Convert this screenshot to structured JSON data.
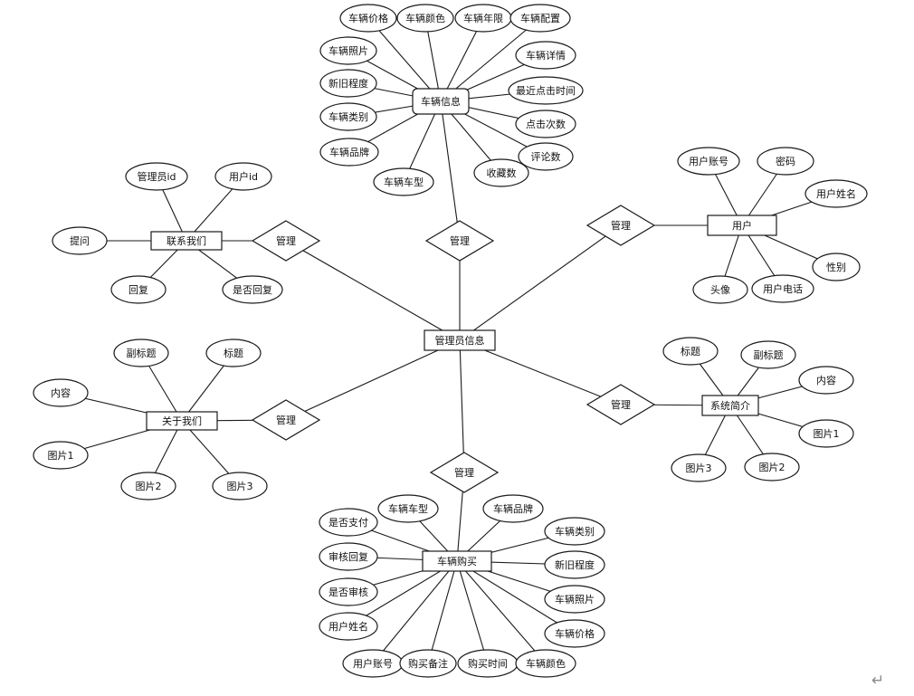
{
  "diagram": {
    "entities": {
      "admin": "管理员信息",
      "vehicle_info": "车辆信息",
      "user": "用户",
      "contact": "联系我们",
      "about": "关于我们",
      "system_intro": "系统简介",
      "purchase": "车辆购买"
    },
    "relations": {
      "manage_vehicle": "管理",
      "manage_user": "管理",
      "manage_contact": "管理",
      "manage_about": "管理",
      "manage_system": "管理",
      "manage_purchase": "管理"
    },
    "attributes": {
      "vehicle_info": [
        "车辆价格",
        "车辆颜色",
        "车辆年限",
        "车辆配置",
        "车辆照片",
        "车辆详情",
        "新旧程度",
        "最近点击时间",
        "车辆类别",
        "点击次数",
        "车辆品牌",
        "评论数",
        "收藏数",
        "车辆车型"
      ],
      "user": [
        "用户账号",
        "密码",
        "用户姓名",
        "性别",
        "用户电话",
        "头像"
      ],
      "contact": [
        "管理员id",
        "用户id",
        "提问",
        "回复",
        "是否回复"
      ],
      "about": [
        "副标题",
        "标题",
        "内容",
        "图片1",
        "图片2",
        "图片3"
      ],
      "system_intro": [
        "标题",
        "副标题",
        "内容",
        "图片1",
        "图片2",
        "图片3"
      ],
      "purchase": [
        "车辆车型",
        "车辆品牌",
        "是否支付",
        "车辆类别",
        "审核回复",
        "新旧程度",
        "是否审核",
        "车辆照片",
        "用户姓名",
        "车辆价格",
        "用户账号",
        "购买备注",
        "购买时间",
        "车辆颜色"
      ]
    },
    "paragraph_mark": "↵"
  }
}
